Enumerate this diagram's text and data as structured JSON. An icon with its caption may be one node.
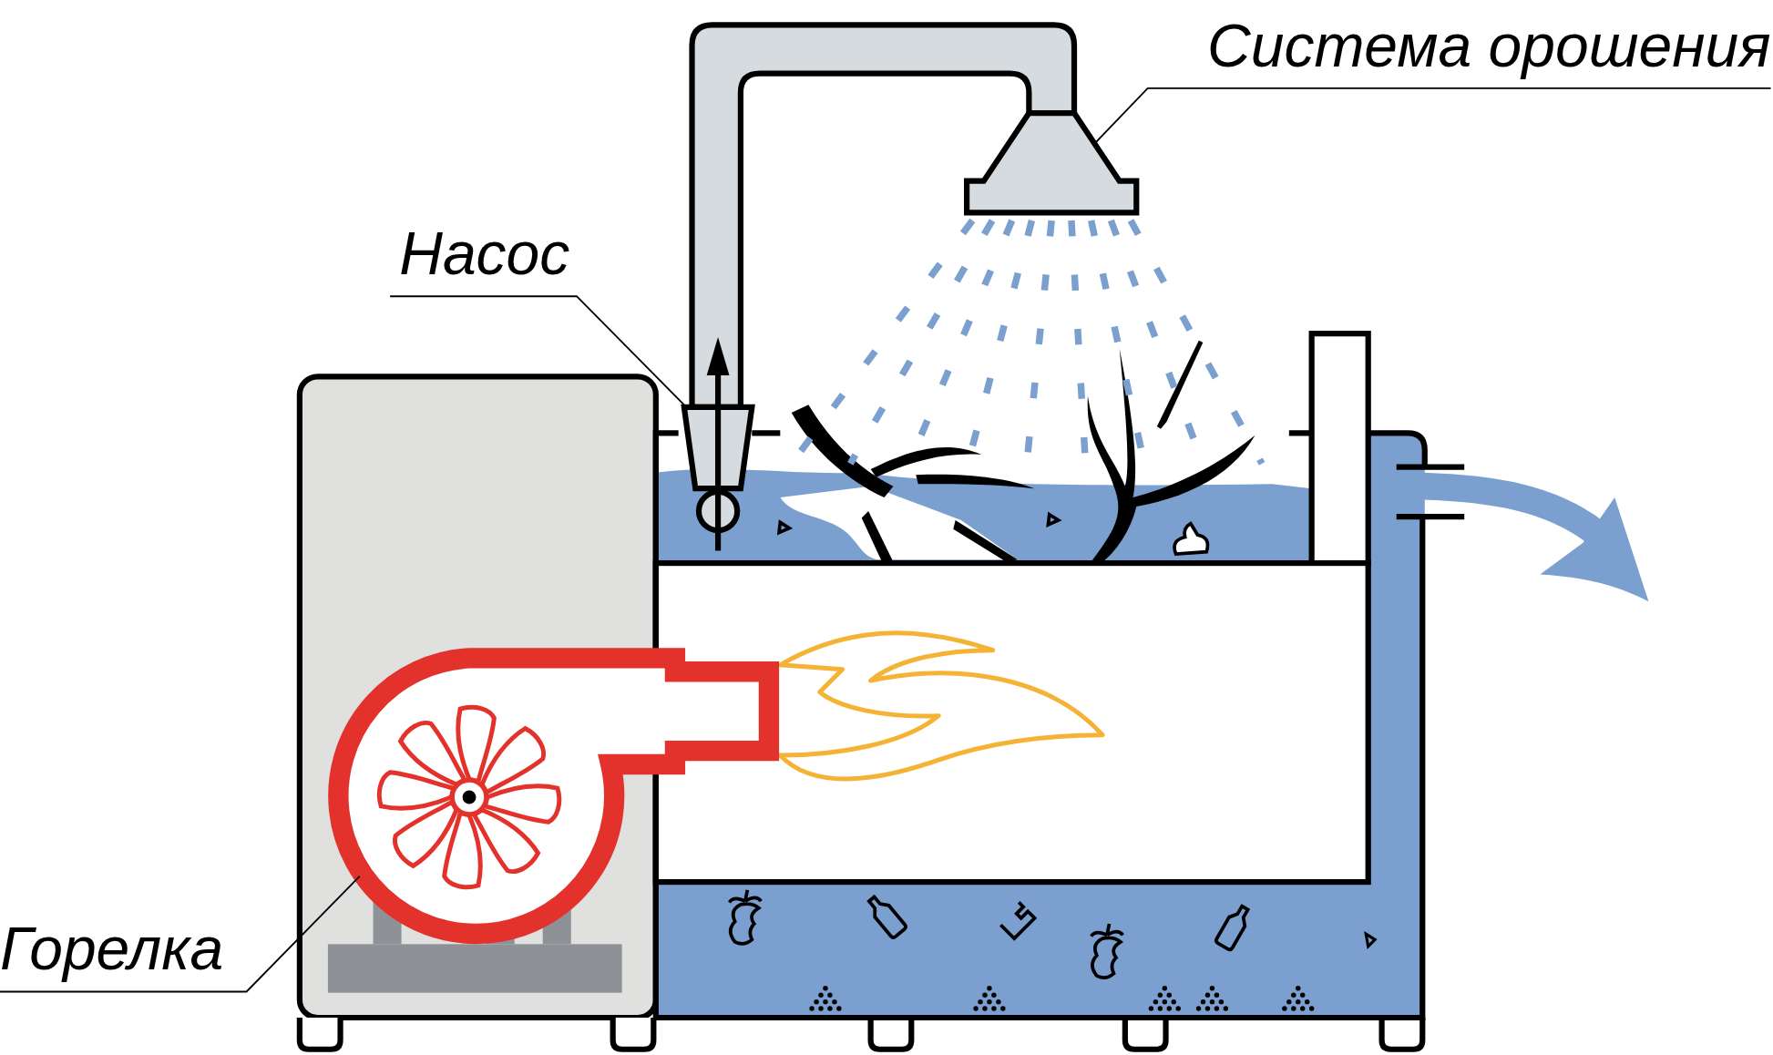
{
  "diagram": {
    "nodes": [
      {
        "text": [
          "Система орошения"
        ]
      },
      {
        "text": [
          "Насос"
        ]
      },
      {
        "text": [
          "Горелка"
        ]
      },
      {
        "text": [],
        "shape": "picture"
      },
      {
        "text": [],
        "shape": "picture"
      },
      {
        "text": [],
        "shape": "picture"
      }
    ],
    "edges": [
      {
        "from": 0,
        "to": 3,
        "arrow": "none"
      },
      {
        "from": 1,
        "to": 4,
        "arrow": "none"
      },
      {
        "from": 2,
        "to": 5,
        "arrow": "none"
      }
    ]
  }
}
